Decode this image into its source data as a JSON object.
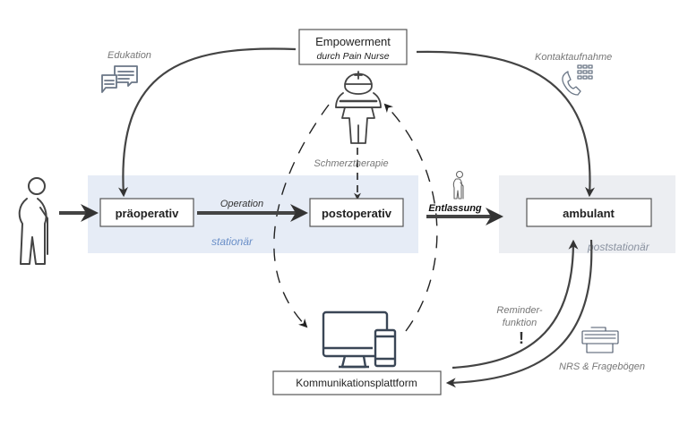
{
  "nodes": {
    "empowerment": {
      "title": "Empowerment",
      "subtitle": "durch Pain Nurse"
    },
    "praeoperativ": "präoperativ",
    "postoperativ": "postoperativ",
    "ambulant": "ambulant",
    "plattform": "Kommunikationsplattform"
  },
  "regions": {
    "stationaer": "stationär",
    "poststationaer": "poststationär"
  },
  "edges": {
    "edukation": "Edukation",
    "kontaktaufnahme": "Kontaktaufnahme",
    "schmerztherapie": "Schmerztherapie",
    "operation": "Operation",
    "entlassung": "Entlassung",
    "reminder_1": "Reminder-",
    "reminder_2": "funktion",
    "reminder_mark": "!",
    "nrs": "NRS & Fragebögen"
  },
  "colors": {
    "stationaer_bg": "#e6ecf6",
    "poststationaer_bg": "#eceef2",
    "stationaer_text": "#6a8fc8",
    "poststationaer_text": "#8a92a0"
  }
}
